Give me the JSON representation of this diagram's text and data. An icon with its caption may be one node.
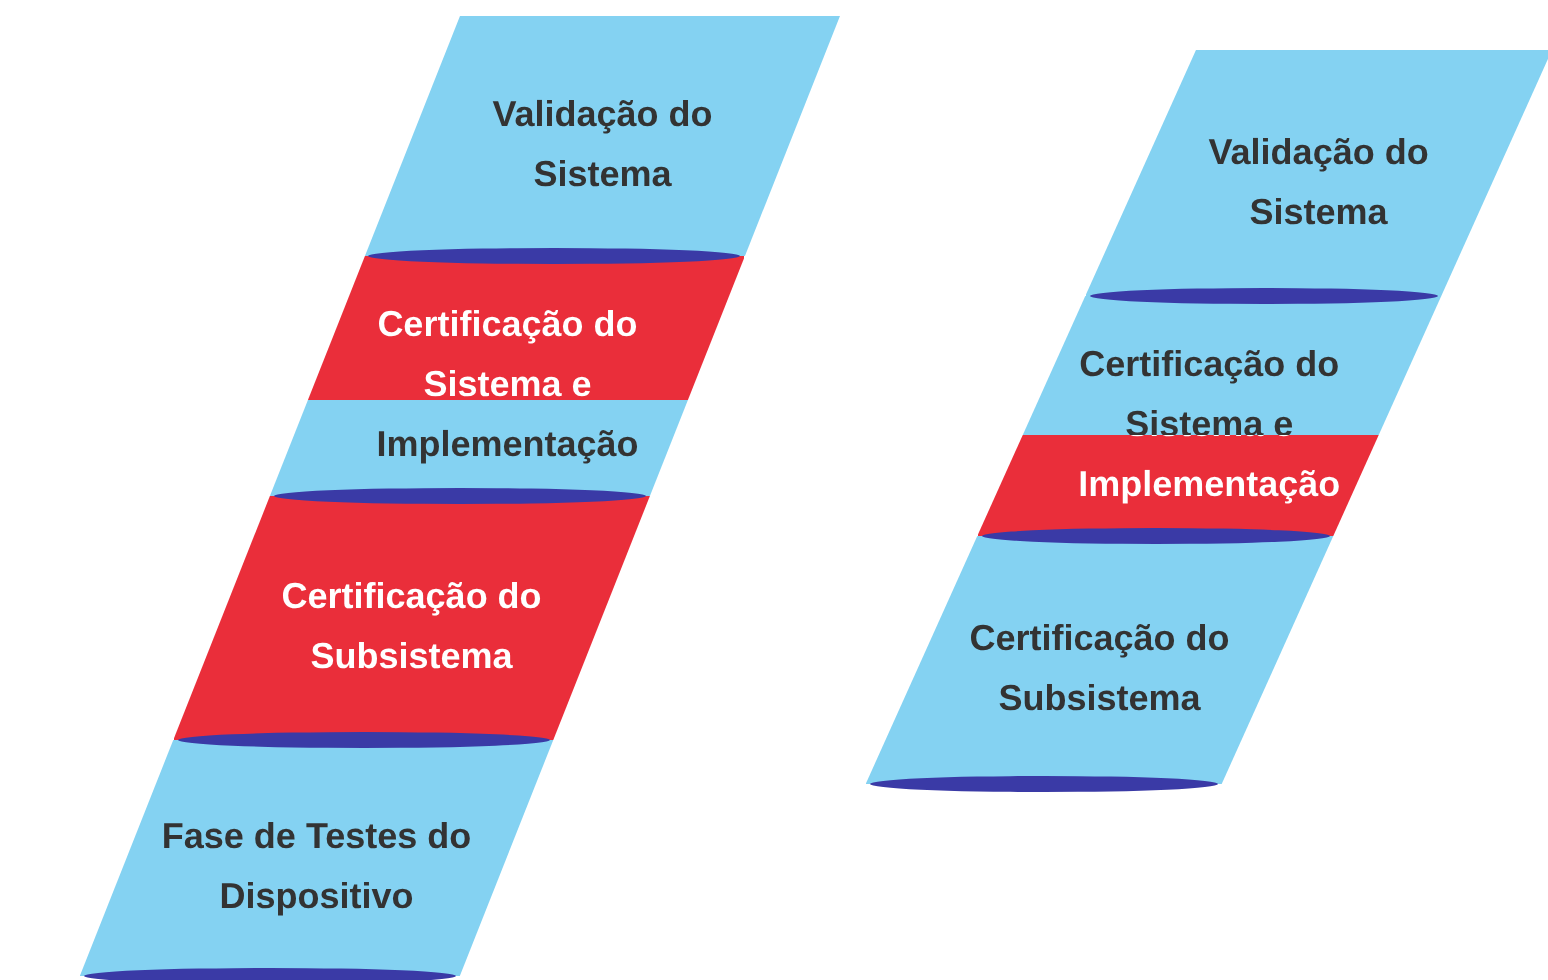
{
  "diagram": {
    "nodes": [
      {
        "text": [
          "Validação do Sistema"
        ]
      },
      {
        "text": [
          "Certificação do Sistema e Implementação"
        ]
      },
      {
        "text": [
          "Certificação do Subsistema"
        ]
      },
      {
        "text": [
          "Fase de Testes do Dispositivo"
        ]
      },
      {
        "text": [
          "Validação do Sistema"
        ]
      },
      {
        "text": [
          "Certificação do Sistema e Implementação"
        ]
      },
      {
        "text": [
          "Certificação do Subsistema"
        ]
      }
    ]
  }
}
